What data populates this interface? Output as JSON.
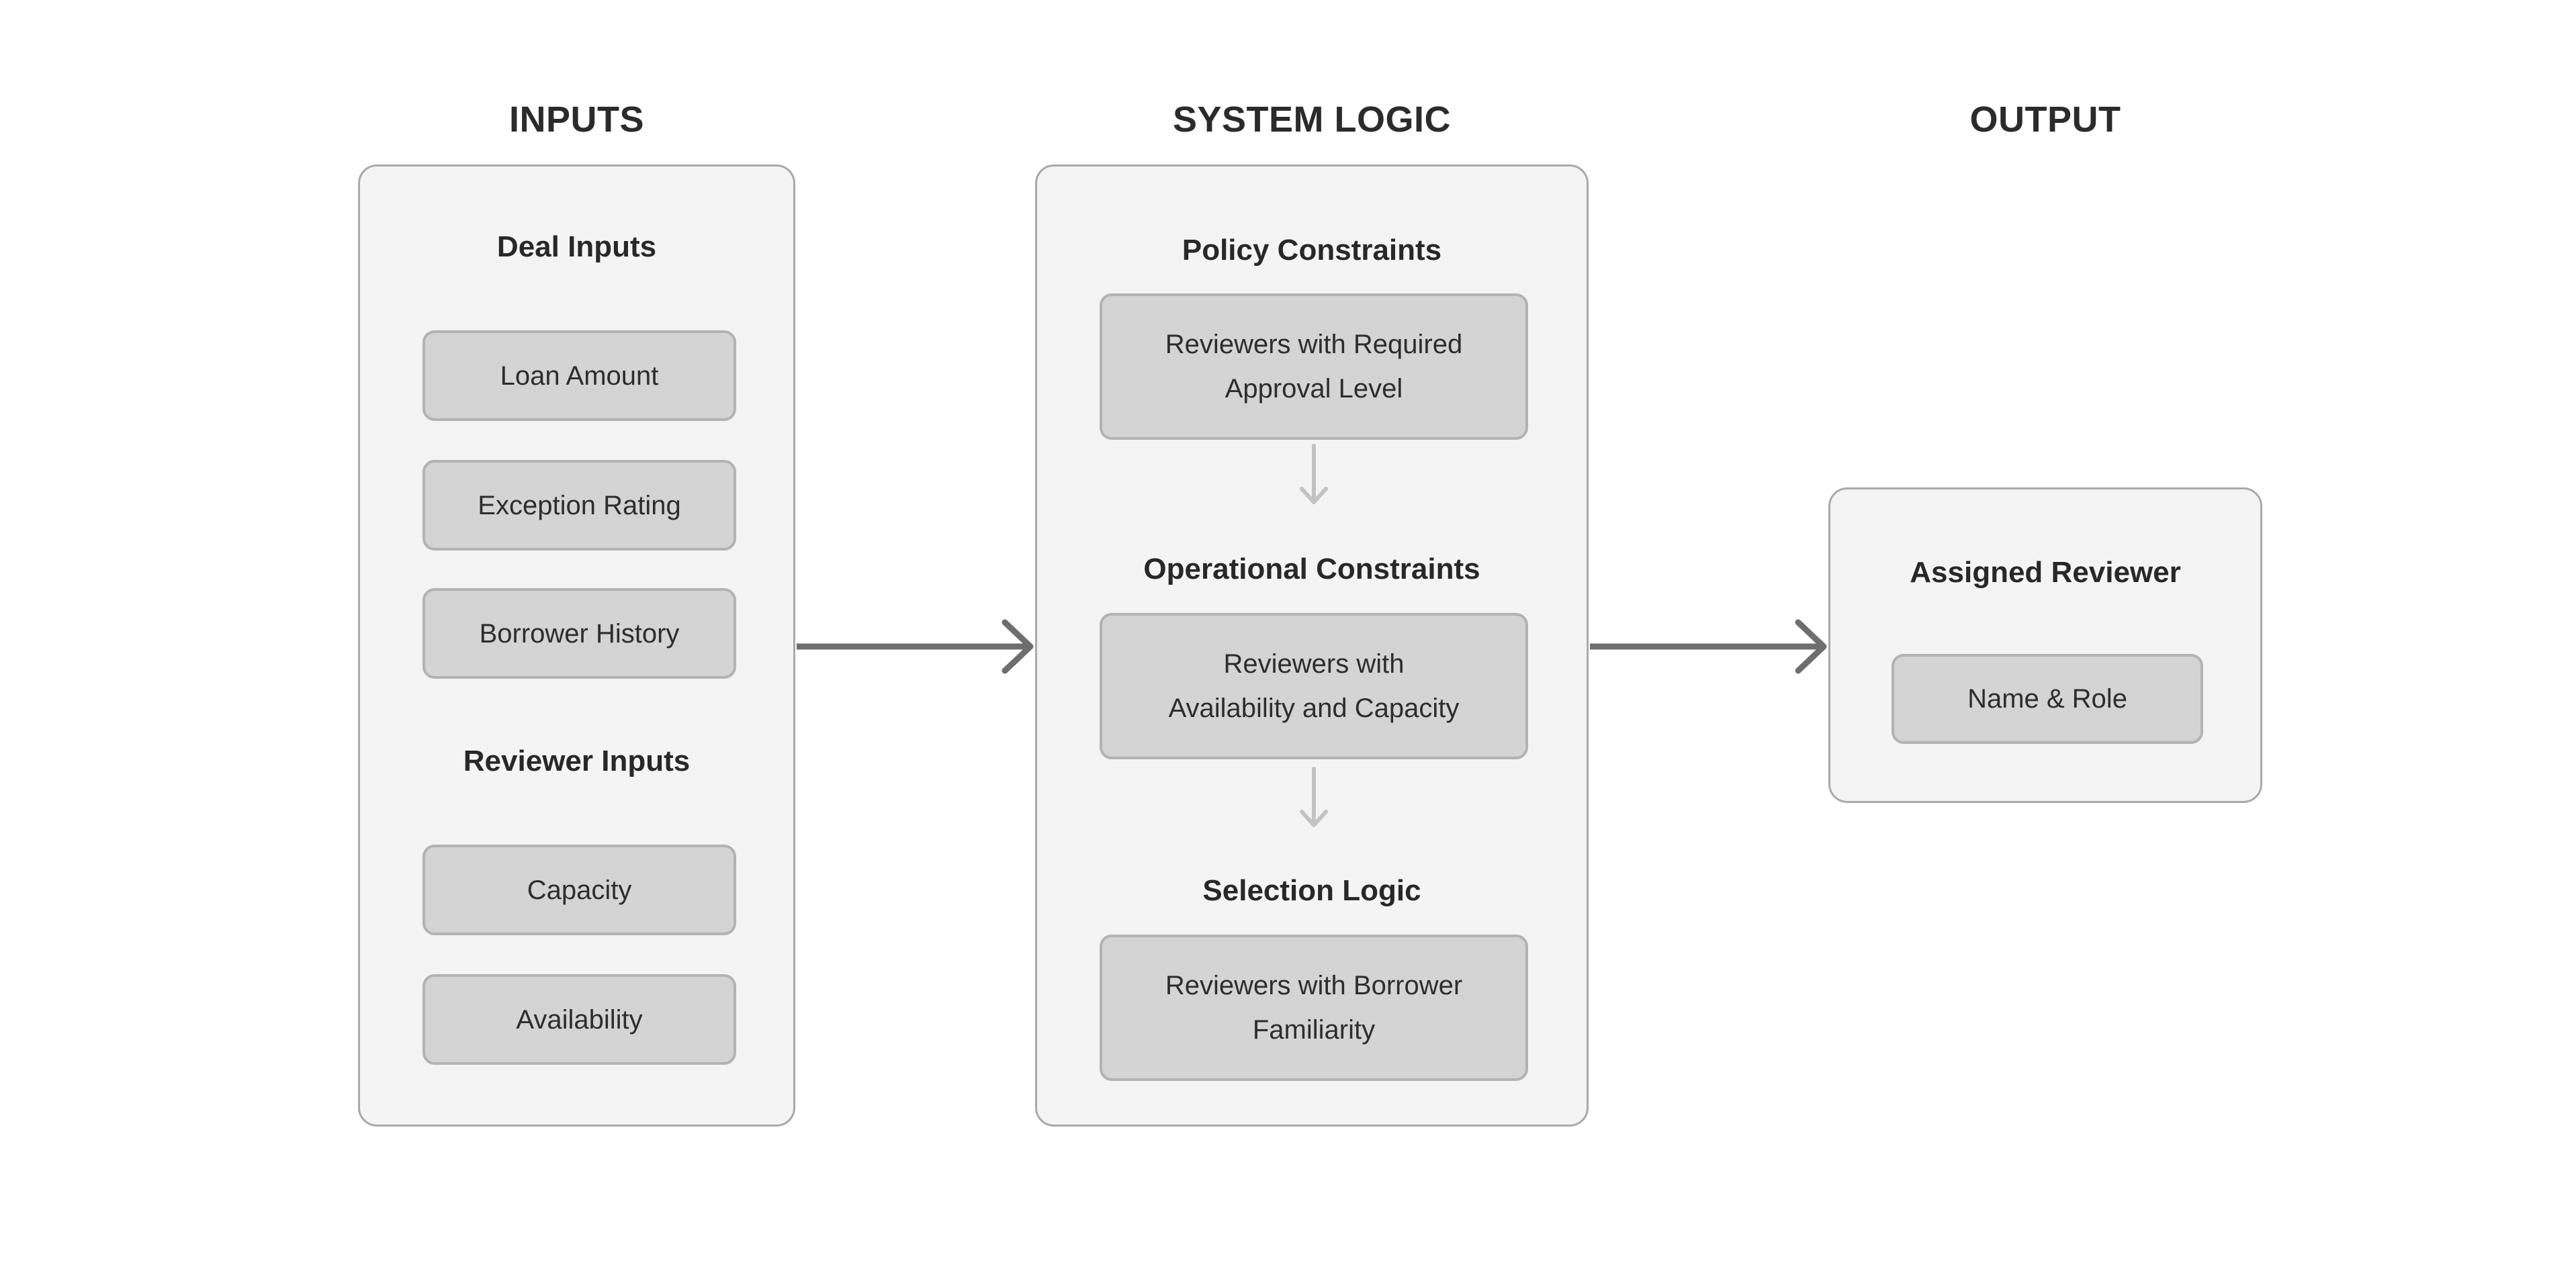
{
  "colors": {
    "page_background": "#ffffff",
    "panel_fill": "#f4f4f4",
    "panel_border": "#a9a9a9",
    "node_fill": "#d4d4d4",
    "node_border": "#b3b3b3",
    "text": "#2d2d2d",
    "flow_arrow": "#6e6e6e",
    "step_arrow": "#c3c3c3"
  },
  "columns": {
    "inputs": {
      "header": "INPUTS",
      "deal": {
        "heading": "Deal Inputs",
        "loan": "Loan Amount",
        "exception": "Exception Rating",
        "borrower": "Borrower History"
      },
      "reviewer": {
        "heading": "Reviewer Inputs",
        "capacity": "Capacity",
        "availability": "Availability"
      }
    },
    "logic": {
      "header": "SYSTEM LOGIC",
      "policy": {
        "heading": "Policy Constraints",
        "item": "Reviewers with Required\nApproval Level"
      },
      "operational": {
        "heading": "Operational Constraints",
        "item": "Reviewers with\nAvailability and Capacity"
      },
      "selection": {
        "heading": "Selection Logic",
        "item": "Reviewers with Borrower\nFamiliarity"
      }
    },
    "output": {
      "header": "OUTPUT",
      "assigned": {
        "heading": "Assigned Reviewer",
        "item": "Name & Role"
      }
    }
  }
}
